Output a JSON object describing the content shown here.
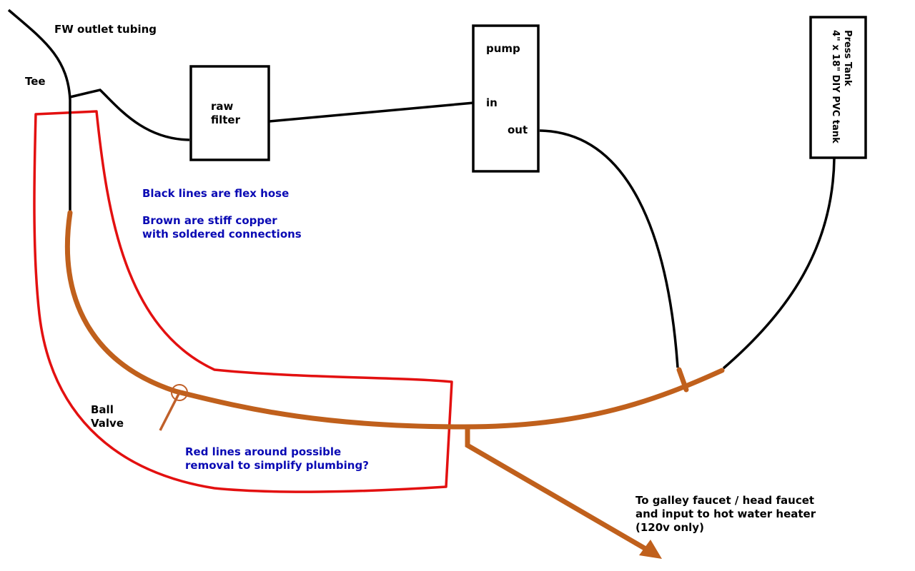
{
  "labels": {
    "fw_outlet": "FW outlet tubing",
    "tee": "Tee",
    "raw_filter_line1": "raw",
    "raw_filter_line2": "filter",
    "pump": "pump",
    "pump_in": "in",
    "pump_out": "out",
    "press_tank_line1": "Press Tank",
    "press_tank_line2": "4\" x 18\" DIY PVC tank",
    "ball_valve_line1": "Ball",
    "ball_valve_line2": "Valve",
    "destination_line1": "To galley faucet / head faucet",
    "destination_line2": "and input to hot water heater",
    "destination_line3": "(120v only)"
  },
  "notes": {
    "black_lines": "Black lines are flex hose",
    "brown_line1": "Brown are stiff copper",
    "brown_line2": "with soldered connections",
    "red_line1": "Red lines around possible",
    "red_line2": "removal to simplify plumbing?"
  },
  "colors": {
    "flex_hose": "#000000",
    "copper": "#c0601c",
    "red_outline": "#e31010",
    "note_text": "#0a0ab4",
    "valve": "#c0602a"
  }
}
